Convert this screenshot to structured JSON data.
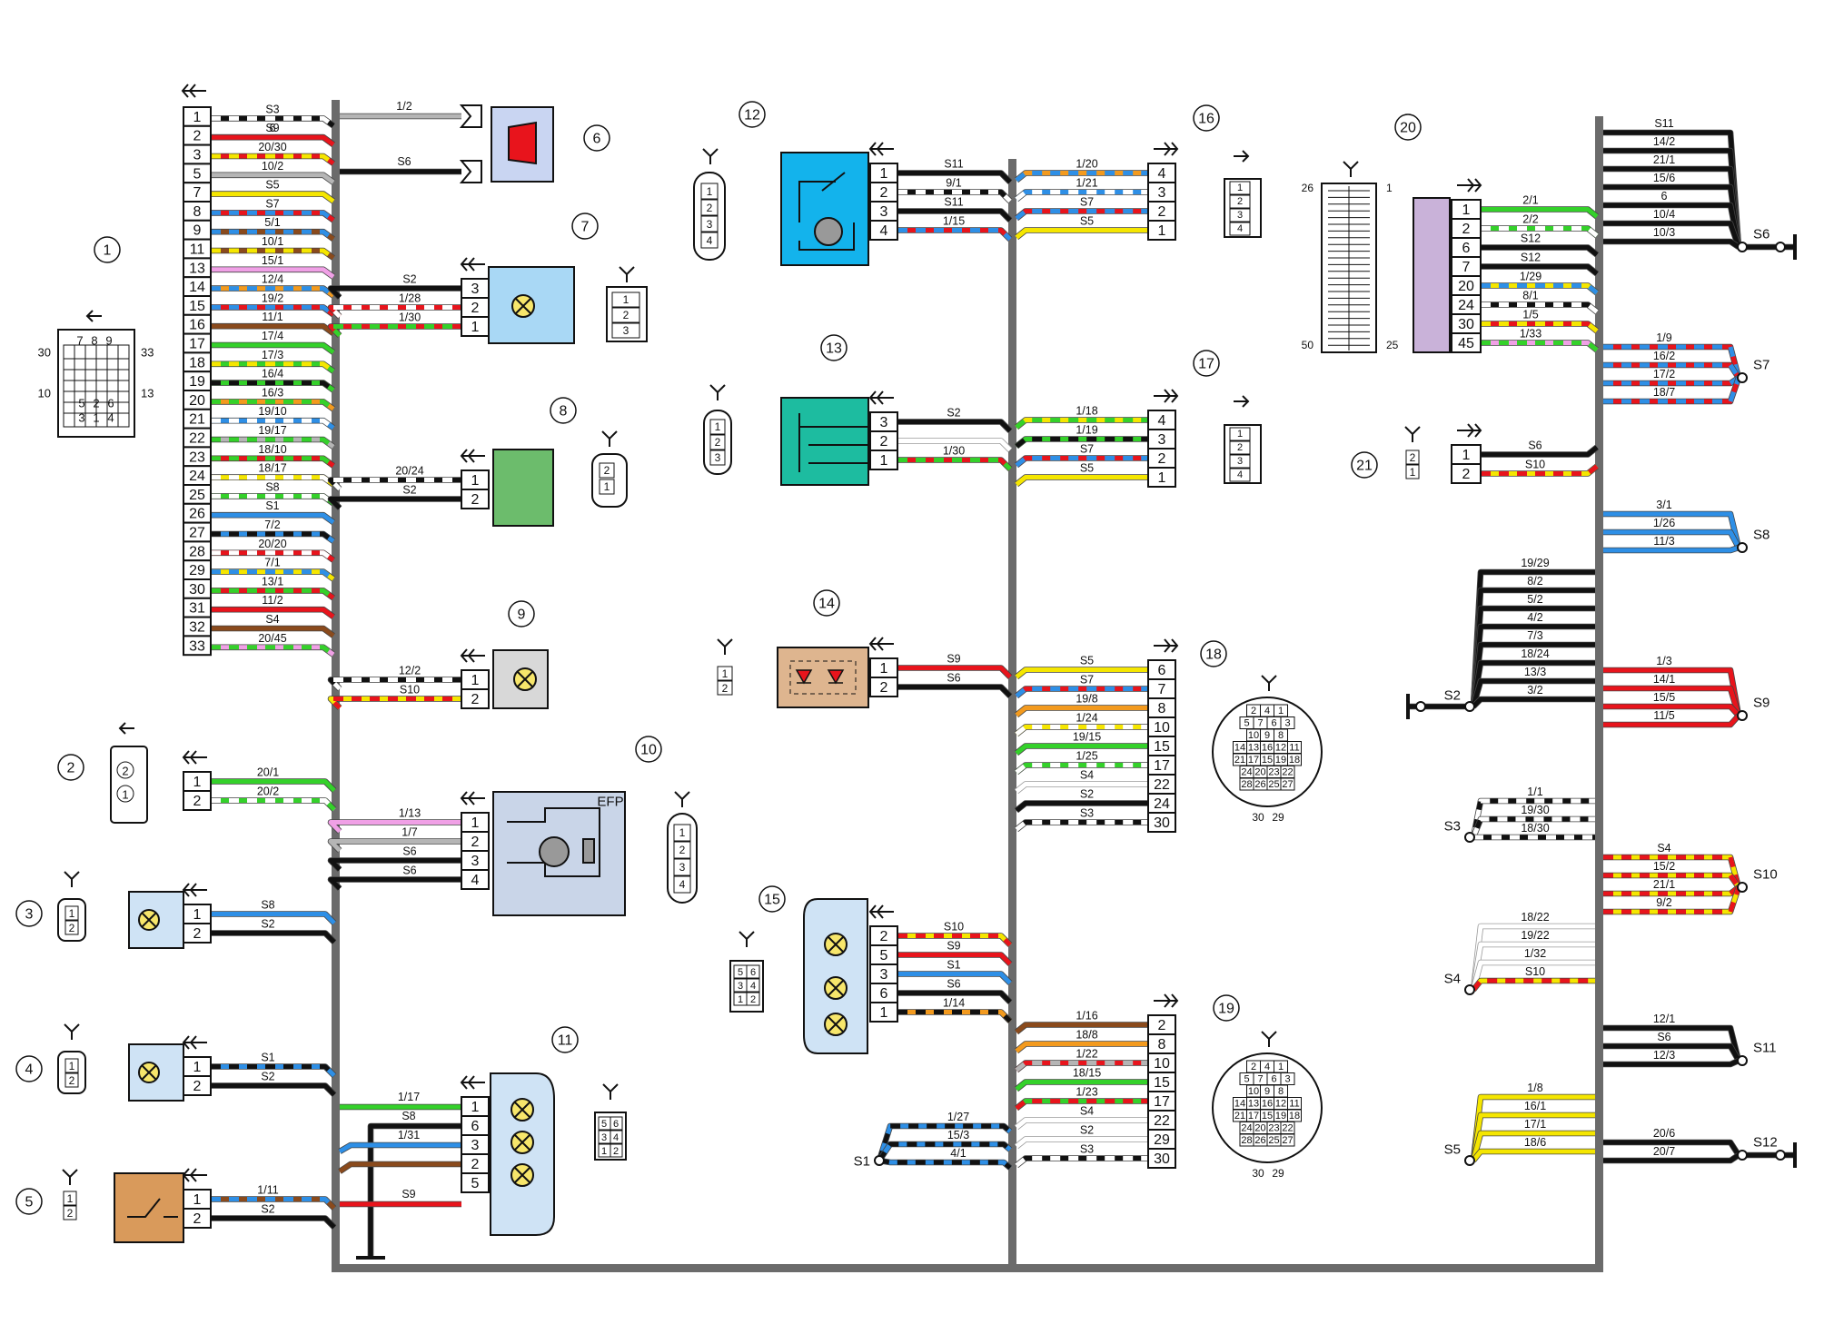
{
  "components": [
    "1",
    "2",
    "3",
    "4",
    "5",
    "6",
    "7",
    "8",
    "9",
    "10",
    "11",
    "12",
    "13",
    "14",
    "15",
    "16",
    "17",
    "18",
    "19",
    "20",
    "21"
  ],
  "efp_label": "EFP",
  "conn1": {
    "pins": [
      "1",
      "2",
      "3",
      "5",
      "7",
      "8",
      "9",
      "11",
      "13",
      "14",
      "15",
      "16",
      "17",
      "18",
      "19",
      "20",
      "21",
      "22",
      "23",
      "24",
      "25",
      "26",
      "27",
      "28",
      "29",
      "30",
      "31",
      "32",
      "33"
    ],
    "wires": [
      {
        "label": "S3",
        "c1": "#111111",
        "c2": "#ffffff"
      },
      {
        "label": "6",
        "c1": "#b5b5b5",
        "c2": null
      },
      {
        "label": "S9",
        "c1": "#e8141c",
        "c2": null
      },
      {
        "label": "20/30",
        "c1": "#e8141c",
        "c2": "#f5e600"
      },
      {
        "label": "10/2",
        "c1": "#b5b5b5",
        "c2": null
      },
      {
        "label": "S5",
        "c1": "#f5e600",
        "c2": null
      },
      {
        "label": "S7",
        "c1": "#e8141c",
        "c2": "#2e8fe6"
      },
      {
        "label": "5/1",
        "c1": "#8a4a1c",
        "c2": "#2e8fe6"
      },
      {
        "label": "10/1",
        "c1": "#8a4a1c",
        "c2": "#f5e600"
      },
      {
        "label": "15/1",
        "c1": "#f0a0e6",
        "c2": null
      },
      {
        "label": "12/4",
        "c1": "#f39a1e",
        "c2": "#2e8fe6"
      },
      {
        "label": "19/2",
        "c1": "#e8141c",
        "c2": "#2e8fe6"
      },
      {
        "label": "11/1",
        "c1": "#8a4a1c",
        "c2": null
      },
      {
        "label": "17/4",
        "c1": "#34d12a",
        "c2": null
      },
      {
        "label": "17/3",
        "c1": "#34d12a",
        "c2": "#f5e600"
      },
      {
        "label": "16/4",
        "c1": "#34d12a",
        "c2": "#111111"
      },
      {
        "label": "16/3",
        "c1": "#f39a1e",
        "c2": "#34d12a"
      },
      {
        "label": "19/10",
        "c1": "#2e8fe6",
        "c2": "#ffffff"
      },
      {
        "label": "19/17",
        "c1": "#b5b5b5",
        "c2": "#34d12a"
      },
      {
        "label": "18/10",
        "c1": "#e8141c",
        "c2": "#34d12a"
      },
      {
        "label": "18/17",
        "c1": "#f5e600",
        "c2": "#ffffff"
      },
      {
        "label": "S8",
        "c1": "#34d12a",
        "c2": "#ffffff"
      },
      {
        "label": "S1",
        "c1": "#2e8fe6",
        "c2": null
      },
      {
        "label": "7/2",
        "c1": "#2e8fe6",
        "c2": "#111111"
      },
      {
        "label": "20/20",
        "c1": "#e8141c",
        "c2": "#ffffff"
      },
      {
        "label": "7/1",
        "c1": "#f5e600",
        "c2": "#2e8fe6"
      },
      {
        "label": "13/1",
        "c1": "#e8141c",
        "c2": "#34d12a"
      },
      {
        "label": "11/2",
        "c1": "#e8141c",
        "c2": null
      },
      {
        "label": "S4",
        "c1": "#8a4a1c",
        "c2": null
      },
      {
        "label": "20/45",
        "c1": "#f0a0e6",
        "c2": "#34d12a"
      }
    ]
  },
  "conn2": {
    "pins": [
      "1",
      "2"
    ],
    "wires": [
      {
        "label": "20/1",
        "c1": "#34d12a",
        "c2": null
      },
      {
        "label": "20/2",
        "c1": "#34d12a",
        "c2": "#ffffff"
      }
    ]
  },
  "conn3": {
    "pins": [
      "1",
      "2"
    ],
    "wires": [
      {
        "label": "S8",
        "c1": "#2e8fe6",
        "c2": null
      },
      {
        "label": "S2",
        "c1": "#111111",
        "c2": null
      }
    ]
  },
  "conn4": {
    "pins": [
      "1",
      "2"
    ],
    "wires": [
      {
        "label": "S1",
        "c1": "#2e8fe6",
        "c2": "#111111"
      },
      {
        "label": "S2",
        "c1": "#111111",
        "c2": null
      }
    ]
  },
  "conn5": {
    "pins": [
      "1",
      "2"
    ],
    "wires": [
      {
        "label": "1/11",
        "c1": "#8a4a1c",
        "c2": "#2e8fe6"
      },
      {
        "label": "S2",
        "c1": "#111111",
        "c2": null
      }
    ]
  },
  "conn6": {
    "wires": [
      {
        "label": "1/2",
        "c1": "#b5b5b5",
        "c2": null
      },
      {
        "label": "S6",
        "c1": "#111111",
        "c2": null
      }
    ]
  },
  "conn7": {
    "pins": [
      "3",
      "2",
      "1"
    ],
    "wires": [
      {
        "label": "S2",
        "c1": "#111111",
        "c2": null
      },
      {
        "label": "1/28",
        "c1": "#e8141c",
        "c2": "#ffffff"
      },
      {
        "label": "1/30",
        "c1": "#e8141c",
        "c2": "#34d12a"
      }
    ]
  },
  "conn8": {
    "pins": [
      "1",
      "2"
    ],
    "wires": [
      {
        "label": "20/24",
        "c1": "#111111",
        "c2": "#ffffff"
      },
      {
        "label": "S2",
        "c1": "#111111",
        "c2": null
      }
    ]
  },
  "conn9": {
    "pins": [
      "1",
      "2"
    ],
    "wires": [
      {
        "label": "12/2",
        "c1": "#111111",
        "c2": "#ffffff"
      },
      {
        "label": "S10",
        "c1": "#f5e600",
        "c2": "#e8141c"
      }
    ]
  },
  "conn10": {
    "pins": [
      "1",
      "2",
      "3",
      "4"
    ],
    "wires": [
      {
        "label": "1/13",
        "c1": "#f0a0e6",
        "c2": null
      },
      {
        "label": "1/7",
        "c1": "#b5b5b5",
        "c2": null
      },
      {
        "label": "S6",
        "c1": "#111111",
        "c2": null
      },
      {
        "label": "S6",
        "c1": "#111111",
        "c2": null
      }
    ]
  },
  "conn11": {
    "pins": [
      "1",
      "6",
      "3",
      "2",
      "5"
    ],
    "wires": [
      {
        "label": "1/17",
        "c1": "#34d12a",
        "c2": null
      },
      {
        "label": "S8",
        "c1": "#111111",
        "c2": null
      },
      {
        "label": "1/31",
        "c1": "#2e8fe6",
        "c2": null
      },
      {
        "label": "",
        "c1": "#8a4a1c",
        "c2": null
      },
      {
        "label": "S9",
        "c1": "#e8141c",
        "c2": null
      }
    ]
  },
  "conn12": {
    "pins": [
      "1",
      "2",
      "3",
      "4"
    ],
    "wires": [
      {
        "label": "S11",
        "c1": "#111111",
        "c2": null
      },
      {
        "label": "9/1",
        "c1": "#111111",
        "c2": "#ffffff"
      },
      {
        "label": "S11",
        "c1": "#111111",
        "c2": null
      },
      {
        "label": "1/15",
        "c1": "#e8141c",
        "c2": "#2e8fe6"
      }
    ]
  },
  "conn13": {
    "pins": [
      "3",
      "2",
      "1"
    ],
    "wires": [
      {
        "label": "S2",
        "c1": "#111111",
        "c2": null
      },
      {
        "label": "",
        "c1": "#ffffff",
        "c2": null
      },
      {
        "label": "1/30",
        "c1": "#e8141c",
        "c2": "#34d12a"
      }
    ]
  },
  "conn14": {
    "pins": [
      "1",
      "2"
    ],
    "wires": [
      {
        "label": "S9",
        "c1": "#e8141c",
        "c2": null
      },
      {
        "label": "S6",
        "c1": "#111111",
        "c2": null
      }
    ]
  },
  "conn15": {
    "pins": [
      "2",
      "5",
      "3",
      "6",
      "1"
    ],
    "wires": [
      {
        "label": "S10",
        "c1": "#f5e600",
        "c2": "#e8141c"
      },
      {
        "label": "S9",
        "c1": "#e8141c",
        "c2": null
      },
      {
        "label": "S1",
        "c1": "#2e8fe6",
        "c2": null
      },
      {
        "label": "S6",
        "c1": "#111111",
        "c2": null
      },
      {
        "label": "1/14",
        "c1": "#f39a1e",
        "c2": "#111111"
      }
    ]
  },
  "conn16": {
    "pins": [
      "4",
      "3",
      "2",
      "1"
    ],
    "wires": [
      {
        "label": "1/20",
        "c1": "#f39a1e",
        "c2": "#2e8fe6"
      },
      {
        "label": "1/21",
        "c1": "#2e8fe6",
        "c2": "#ffffff"
      },
      {
        "label": "S7",
        "c1": "#e8141c",
        "c2": "#2e8fe6"
      },
      {
        "label": "S5",
        "c1": "#f5e600",
        "c2": null
      }
    ]
  },
  "conn17": {
    "pins": [
      "4",
      "3",
      "2",
      "1"
    ],
    "wires": [
      {
        "label": "1/18",
        "c1": "#f5e600",
        "c2": "#34d12a"
      },
      {
        "label": "1/19",
        "c1": "#34d12a",
        "c2": "#111111"
      },
      {
        "label": "S7",
        "c1": "#e8141c",
        "c2": "#2e8fe6"
      },
      {
        "label": "S5",
        "c1": "#f5e600",
        "c2": null
      }
    ]
  },
  "conn18": {
    "pins": [
      "6",
      "7",
      "8",
      "10",
      "15",
      "17",
      "22",
      "24",
      "30"
    ],
    "wires": [
      {
        "label": "S5",
        "c1": "#f5e600",
        "c2": null
      },
      {
        "label": "S7",
        "c1": "#e8141c",
        "c2": "#2e8fe6"
      },
      {
        "label": "19/8",
        "c1": "#f39a1e",
        "c2": null
      },
      {
        "label": "1/24",
        "c1": "#f5e600",
        "c2": "#ffffff"
      },
      {
        "label": "19/15",
        "c1": "#34d12a",
        "c2": null
      },
      {
        "label": "1/25",
        "c1": "#34d12a",
        "c2": "#ffffff"
      },
      {
        "label": "S4",
        "c1": "#ffffff",
        "c2": null
      },
      {
        "label": "S2",
        "c1": "#111111",
        "c2": null
      },
      {
        "label": "S3",
        "c1": "#111111",
        "c2": "#ffffff"
      }
    ]
  },
  "conn19": {
    "pins": [
      "2",
      "8",
      "10",
      "15",
      "17",
      "22",
      "29",
      "30"
    ],
    "wires": [
      {
        "label": "1/16",
        "c1": "#8a4a1c",
        "c2": null
      },
      {
        "label": "18/8",
        "c1": "#f39a1e",
        "c2": null
      },
      {
        "label": "1/22",
        "c1": "#e8141c",
        "c2": "#b5b5b5"
      },
      {
        "label": "18/15",
        "c1": "#34d12a",
        "c2": null
      },
      {
        "label": "1/23",
        "c1": "#34d12a",
        "c2": "#e8141c"
      },
      {
        "label": "S4",
        "c1": "#ffffff",
        "c2": null
      },
      {
        "label": "S2",
        "c1": "#ffffff",
        "c2": null
      },
      {
        "label": "S3",
        "c1": "#111111",
        "c2": "#ffffff"
      }
    ]
  },
  "conn20": {
    "pins": [
      "1",
      "2",
      "6",
      "7",
      "20",
      "24",
      "30",
      "45"
    ],
    "wires": [
      {
        "label": "2/1",
        "c1": "#34d12a",
        "c2": null
      },
      {
        "label": "2/2",
        "c1": "#34d12a",
        "c2": "#ffffff"
      },
      {
        "label": "S12",
        "c1": "#111111",
        "c2": null
      },
      {
        "label": "S12",
        "c1": "#111111",
        "c2": null
      },
      {
        "label": "1/29",
        "c1": "#f5e600",
        "c2": "#2e8fe6"
      },
      {
        "label": "8/1",
        "c1": "#111111",
        "c2": "#ffffff"
      },
      {
        "label": "1/5",
        "c1": "#e8141c",
        "c2": "#f5e600"
      },
      {
        "label": "1/33",
        "c1": "#f0a0e6",
        "c2": "#34d12a"
      }
    ]
  },
  "conn21": {
    "pins": [
      "1",
      "2"
    ],
    "wires": [
      {
        "label": "S6",
        "c1": "#111111",
        "c2": null
      },
      {
        "label": "S10",
        "c1": "#f5e600",
        "c2": "#e8141c"
      }
    ]
  },
  "splices": {
    "S6": {
      "label": "S6",
      "wires": [
        {
          "label": "S11",
          "c1": "#111111",
          "c2": null
        },
        {
          "label": "14/2",
          "c1": "#111111",
          "c2": null
        },
        {
          "label": "21/1",
          "c1": "#111111",
          "c2": null
        },
        {
          "label": "15/6",
          "c1": "#111111",
          "c2": null
        },
        {
          "label": "6",
          "c1": "#111111",
          "c2": null
        },
        {
          "label": "10/4",
          "c1": "#111111",
          "c2": null
        },
        {
          "label": "10/3",
          "c1": "#111111",
          "c2": null
        }
      ]
    },
    "S7": {
      "label": "S7",
      "wires": [
        {
          "label": "1/9",
          "c1": "#e8141c",
          "c2": "#2e8fe6"
        },
        {
          "label": "16/2",
          "c1": "#e8141c",
          "c2": "#2e8fe6"
        },
        {
          "label": "17/2",
          "c1": "#e8141c",
          "c2": "#2e8fe6"
        },
        {
          "label": "18/7",
          "c1": "#e8141c",
          "c2": "#2e8fe6"
        }
      ]
    },
    "S8": {
      "label": "S8",
      "wires": [
        {
          "label": "3/1",
          "c1": "#2e8fe6",
          "c2": null
        },
        {
          "label": "1/26",
          "c1": "#2e8fe6",
          "c2": null
        },
        {
          "label": "11/3",
          "c1": "#2e8fe6",
          "c2": null
        }
      ]
    },
    "S2": {
      "label": "S2",
      "wires": [
        {
          "label": "19/29",
          "c1": "#111111",
          "c2": null
        },
        {
          "label": "8/2",
          "c1": "#111111",
          "c2": null
        },
        {
          "label": "5/2",
          "c1": "#111111",
          "c2": null
        },
        {
          "label": "4/2",
          "c1": "#111111",
          "c2": null
        },
        {
          "label": "7/3",
          "c1": "#111111",
          "c2": null
        },
        {
          "label": "18/24",
          "c1": "#111111",
          "c2": null
        },
        {
          "label": "13/3",
          "c1": "#111111",
          "c2": null
        },
        {
          "label": "3/2",
          "c1": "#111111",
          "c2": null
        }
      ]
    },
    "S9": {
      "label": "S9",
      "wires": [
        {
          "label": "1/3",
          "c1": "#e8141c",
          "c2": null
        },
        {
          "label": "14/1",
          "c1": "#e8141c",
          "c2": null
        },
        {
          "label": "15/5",
          "c1": "#e8141c",
          "c2": null
        },
        {
          "label": "11/5",
          "c1": "#e8141c",
          "c2": null
        }
      ]
    },
    "S3": {
      "label": "S3",
      "wires": [
        {
          "label": "1/1",
          "c1": "#111111",
          "c2": "#ffffff"
        },
        {
          "label": "19/30",
          "c1": "#111111",
          "c2": "#ffffff"
        },
        {
          "label": "18/30",
          "c1": "#111111",
          "c2": "#ffffff"
        }
      ]
    },
    "S10": {
      "label": "S10",
      "wires": [
        {
          "label": "S4",
          "c1": "#f5e600",
          "c2": "#e8141c"
        },
        {
          "label": "15/2",
          "c1": "#f5e600",
          "c2": "#e8141c"
        },
        {
          "label": "21/1",
          "c1": "#f5e600",
          "c2": "#e8141c"
        },
        {
          "label": "9/2",
          "c1": "#f5e600",
          "c2": "#e8141c"
        }
      ]
    },
    "S4": {
      "label": "S4",
      "wires": [
        {
          "label": "18/22",
          "c1": "#ffffff",
          "c2": null
        },
        {
          "label": "19/22",
          "c1": "#ffffff",
          "c2": null
        },
        {
          "label": "1/32",
          "c1": "#ffffff",
          "c2": null
        },
        {
          "label": "S10",
          "c1": "#f5e600",
          "c2": "#e8141c"
        }
      ]
    },
    "S11": {
      "label": "S11",
      "wires": [
        {
          "label": "12/1",
          "c1": "#111111",
          "c2": null
        },
        {
          "label": "S6",
          "c1": "#111111",
          "c2": null
        },
        {
          "label": "12/3",
          "c1": "#111111",
          "c2": null
        }
      ]
    },
    "S5": {
      "label": "S5",
      "wires": [
        {
          "label": "1/8",
          "c1": "#f5e600",
          "c2": null
        },
        {
          "label": "16/1",
          "c1": "#f5e600",
          "c2": null
        },
        {
          "label": "17/1",
          "c1": "#f5e600",
          "c2": null
        },
        {
          "label": "18/6",
          "c1": "#f5e600",
          "c2": null
        }
      ]
    },
    "S12": {
      "label": "S12",
      "wires": [
        {
          "label": "20/6",
          "c1": "#111111",
          "c2": null
        },
        {
          "label": "20/7",
          "c1": "#111111",
          "c2": null
        }
      ]
    },
    "S1": {
      "label": "S1",
      "wires": [
        {
          "label": "1/27",
          "c1": "#2e8fe6",
          "c2": "#111111"
        },
        {
          "label": "15/3",
          "c1": "#2e8fe6",
          "c2": "#111111"
        },
        {
          "label": "4/1",
          "c1": "#2e8fe6",
          "c2": "#111111"
        }
      ]
    }
  },
  "face1": {
    "left": "30",
    "left2": "10",
    "right": "33",
    "right2": "13",
    "top": [
      "7",
      "8",
      "9"
    ],
    "bottom": [
      "5",
      "2",
      "6",
      "3",
      "1",
      "4"
    ]
  },
  "face18": {
    "cells": [
      "2",
      "4",
      "1",
      "5",
      "7",
      "6",
      "3",
      "10",
      "9",
      "8",
      "14",
      "13",
      "16",
      "12",
      "11",
      "21",
      "17",
      "15",
      "19",
      "18",
      "24",
      "20",
      "23",
      "22",
      "28",
      "26",
      "25",
      "27"
    ],
    "bottom": [
      "30",
      "29"
    ]
  },
  "face19": {
    "cells": [
      "2",
      "4",
      "1",
      "5",
      "7",
      "6",
      "3",
      "10",
      "9",
      "8",
      "14",
      "13",
      "16",
      "12",
      "11",
      "21",
      "17",
      "15",
      "19",
      "18",
      "24",
      "20",
      "23",
      "22",
      "28",
      "26",
      "25",
      "27"
    ],
    "bottom": [
      "30",
      "29"
    ]
  },
  "face20": {
    "tl": "26",
    "tr": "1",
    "bl": "50",
    "br": "25"
  },
  "face16": [
    "1",
    "2",
    "3",
    "4"
  ],
  "face17": [
    "1",
    "2",
    "3",
    "4"
  ],
  "face7": [
    "1",
    "2",
    "3"
  ],
  "face10": [
    "1",
    "2",
    "3",
    "4"
  ],
  "face12": [
    "1",
    "2",
    "3",
    "4"
  ],
  "face13": [
    "1",
    "2",
    "3"
  ],
  "face11": [
    "5",
    "6",
    "3",
    "4",
    "1",
    "2"
  ],
  "face15": [
    "5",
    "6",
    "3",
    "4",
    "1",
    "2"
  ],
  "face8": [
    "2",
    "1"
  ],
  "face2": [
    "2",
    "1"
  ],
  "face3": [
    "1",
    "2"
  ],
  "face4": [
    "1",
    "2"
  ],
  "face5": [
    "1",
    "2"
  ],
  "face14": [
    "1",
    "2"
  ],
  "face21": [
    "2",
    "1"
  ]
}
